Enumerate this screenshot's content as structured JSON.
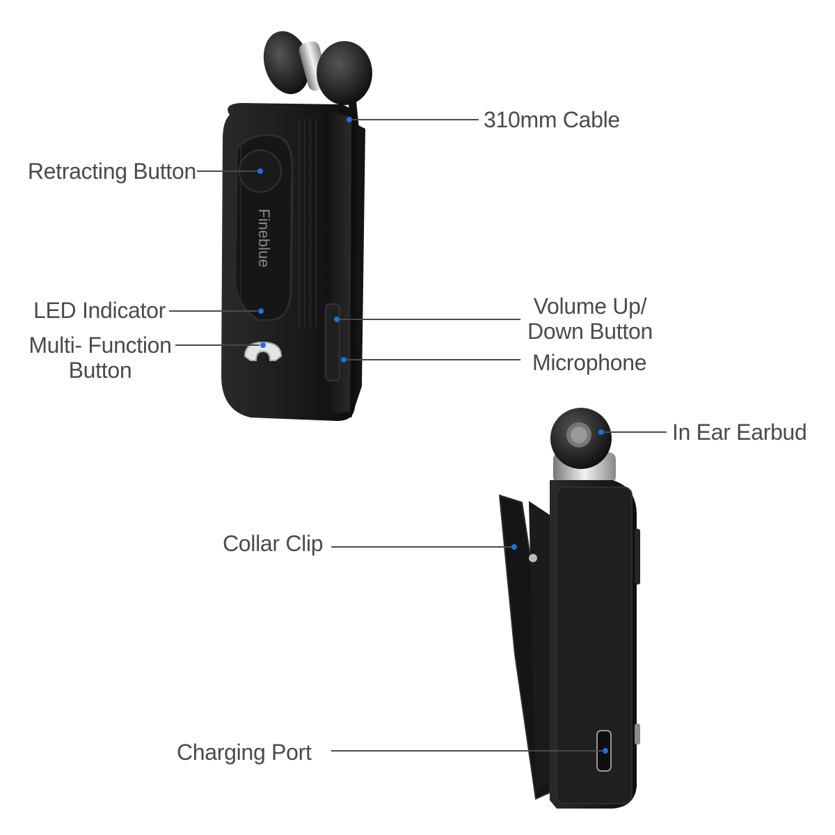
{
  "brand_logo_text": "Fineblue",
  "accent_color": "#1e6fe0",
  "device_color": "#1a1a1a",
  "callouts": {
    "cable": "310mm Cable",
    "retracting_button": "Retracting Button",
    "led_indicator": "LED Indicator",
    "multi_function_line1": "Multi- Function",
    "multi_function_line2": "Button",
    "volume_line1": "Volume Up/",
    "volume_line2": "Down Button",
    "microphone": "Microphone",
    "in_ear_earbud": "In Ear Earbud",
    "collar_clip": "Collar Clip",
    "charging_port": "Charging Port"
  }
}
